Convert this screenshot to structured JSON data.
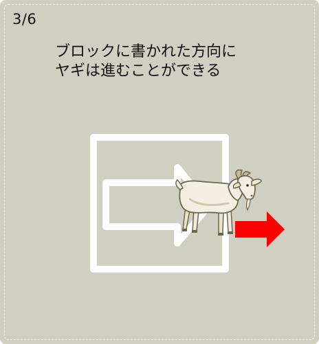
{
  "progress": {
    "label": "3/6",
    "current": 3,
    "total": 6
  },
  "instruction": {
    "line1": "ブロックに書かれた方向に",
    "line2": "ヤギは進むことができる"
  },
  "scene": {
    "block_direction": "right",
    "goat_direction": "right",
    "colors": {
      "background": "#cfcfc2",
      "block_stroke": "#ffffff",
      "move_arrow": "#ff0000"
    },
    "icons": {
      "block": "direction-block-icon",
      "block_arrow": "block-arrow-right-icon",
      "goat": "goat-icon",
      "move_arrow": "move-arrow-right-icon"
    }
  }
}
